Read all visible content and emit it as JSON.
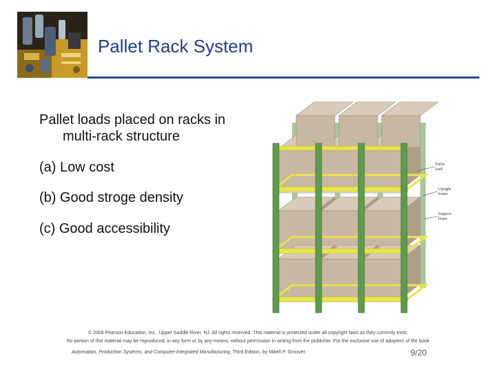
{
  "slide": {
    "title": "Pallet Rack System",
    "bullets": [
      "Pallet loads placed on racks in multi-rack structure",
      "(a) Low cost",
      "(b) Good stroge density",
      "(c) Good accessibility"
    ]
  },
  "figure": {
    "labels": {
      "pallet_load": "Pallet load",
      "upright_frame": "Upright frame",
      "support_beam": "Support beam"
    },
    "colors": {
      "box": "#c8b7a3",
      "box_top": "#d9cbb9",
      "upright": "#5f9a4f",
      "beam": "#e9e54a"
    }
  },
  "footer": {
    "copyright_line1": "© 2008 Pearson Education, Inc., Upper Saddle River, NJ. All rights reserved. This material is protected under all copyright laws as they currently exist.",
    "copyright_line2": "No portion of this material may be reproduced, in any form or by any means, without permission in writing from the publisher. For the exclusive use of adopters of the book",
    "book_title": "Automation, Production Systems, and Computer-Integrated Manufacturing",
    "book_rest": ", Third Edition, by Mikell P. Groover.",
    "page_number": "9/20"
  }
}
